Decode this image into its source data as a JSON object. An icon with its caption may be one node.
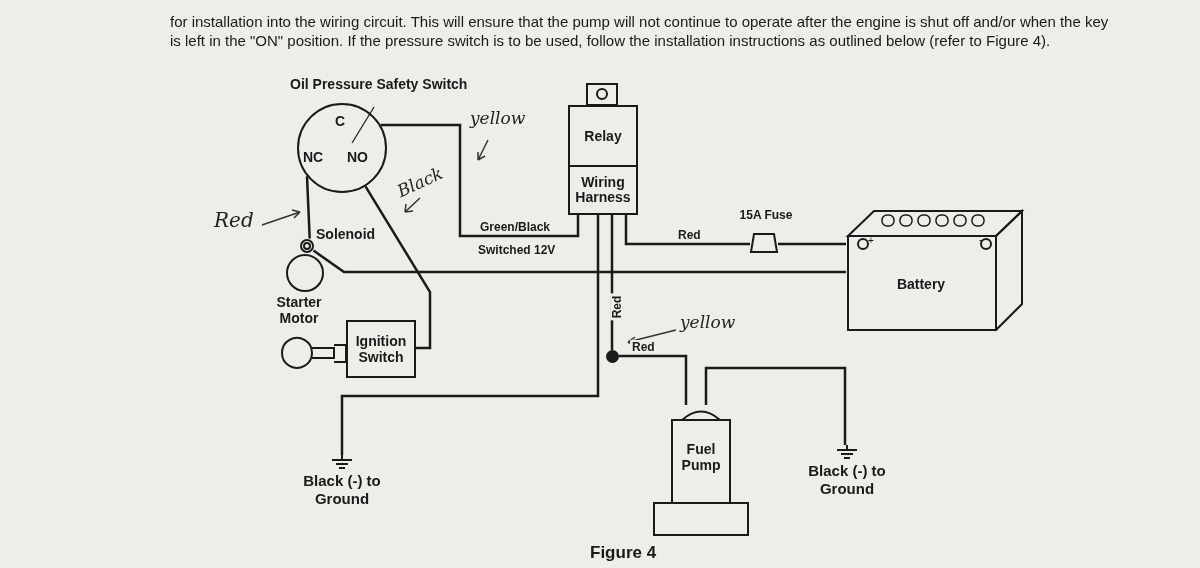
{
  "diagram": {
    "caption": "Figure 4",
    "nodes": [
      {
        "text": [
          "Oil Pressure Safety Switch",
          "C",
          "NC",
          "NO"
        ]
      },
      {
        "text": [
          "Solenoid"
        ]
      },
      {
        "text": [
          "Starter Motor"
        ]
      },
      {
        "text": [
          "Ignition Switch"
        ]
      },
      {
        "text": [
          "Relay"
        ]
      },
      {
        "text": [
          "Wiring Harness"
        ]
      },
      {
        "text": [
          "15A Fuse"
        ]
      },
      {
        "text": [
          "Battery"
        ]
      },
      {
        "text": [],
        "shape": "circle"
      },
      {
        "text": [
          "Fuel Pump"
        ]
      },
      {
        "text": [
          "Black (-) to Ground"
        ]
      },
      {
        "text": [
          "Black (-) to Ground"
        ]
      }
    ],
    "edges": [
      {
        "from": 0,
        "to": 5,
        "arrow": "none",
        "label": "Green/Black"
      },
      {
        "from": 0,
        "to": 1,
        "arrow": "none"
      },
      {
        "from": 0,
        "to": 3,
        "arrow": "none"
      },
      {
        "from": 1,
        "to": 7,
        "arrow": "none"
      },
      {
        "from": 5,
        "to": 6,
        "arrow": "none",
        "label": "Red"
      },
      {
        "from": 6,
        "to": 7,
        "arrow": "none"
      },
      {
        "from": 5,
        "to": 8,
        "arrow": "none",
        "label": "Red"
      },
      {
        "from": 5,
        "to": 10,
        "arrow": "none"
      },
      {
        "from": 8,
        "to": 9,
        "arrow": "none",
        "label": "Red"
      },
      {
        "from": 9,
        "to": 11,
        "arrow": "none"
      }
    ],
    "labels": [
      "for installation into the wiring circuit. This will ensure that the pump will not continue to operate after the engine is shut off and/or when the key is left in the \"ON\" position. If the pressure switch is to be used, follow the installation instructions as outlined below (refer to Figure 4).",
      "yellow",
      "Black",
      "Red",
      "+",
      "-",
      "Switched 12V",
      "yellow"
    ]
  }
}
